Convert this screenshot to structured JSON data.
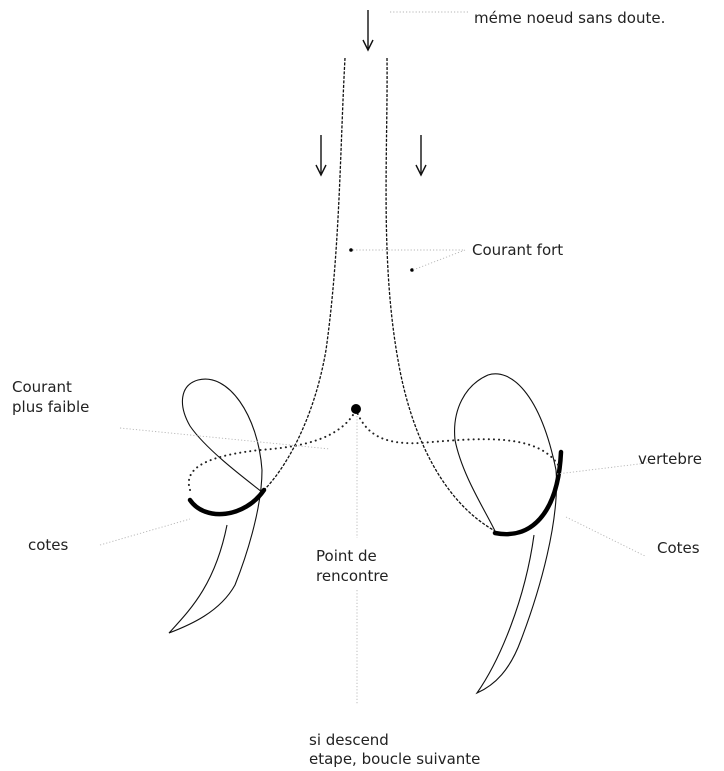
{
  "labels": {
    "same_node": "méme noeud sans doute.",
    "strong_current": "Courant fort",
    "weaker_current_line1": "Courant",
    "weaker_current_line2": "plus faible",
    "vertebra": "vertebre",
    "ribs_left": "cotes",
    "ribs_right": "Cotes",
    "meeting_point_line1": "Point de",
    "meeting_point_line2": "rencontre",
    "descends_line1": "si descend",
    "descends_line2": "etape, boucle suivante"
  },
  "icons": {
    "flow_arrows": "arrow-down-icon"
  },
  "colors": {
    "stroke": "#111111",
    "leader": "#b5b5b5"
  }
}
